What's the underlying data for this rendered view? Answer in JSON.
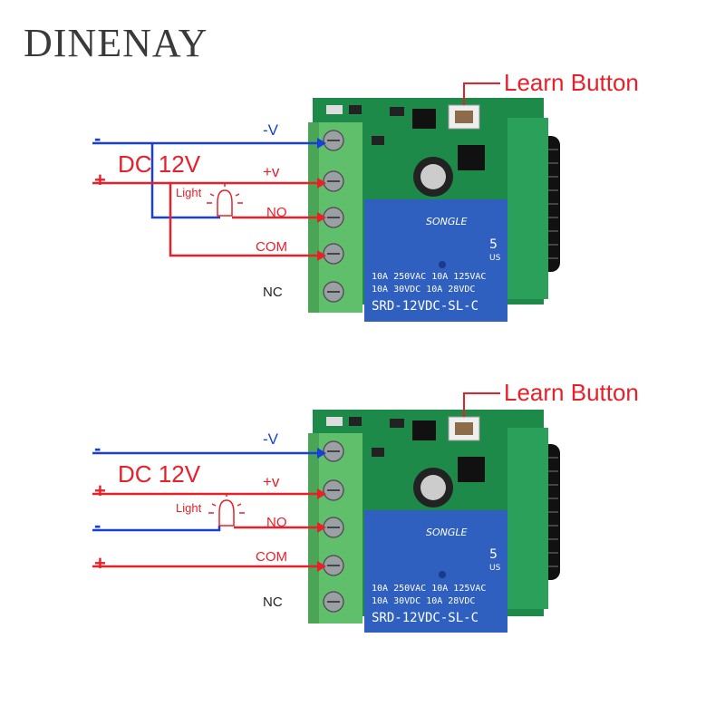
{
  "brand": {
    "logo_text": "DINENAY"
  },
  "diagrams": [
    {
      "learn_button": "Learn Button",
      "dc_label": "DC 12V",
      "light_label": "Light",
      "minus_sign": "-",
      "plus_sign": "+",
      "terminals": {
        "neg_v": "-V",
        "pos_v": "+v",
        "no": "NO",
        "com": "COM",
        "nc": "NC"
      },
      "relay": {
        "brand": "SONGLE",
        "spec_line1": "10A 250VAC  10A 125VAC",
        "spec_line2": "10A  30VDC  10A  28VDC",
        "model": "SRD-12VDC-SL-C",
        "pin_count": "5",
        "cert": "US"
      }
    },
    {
      "learn_button": "Learn Button",
      "dc_label": "DC 12V",
      "light_label": "Light",
      "minus_sign_1": "-",
      "plus_sign_1": "+",
      "minus_sign_2": "-",
      "plus_sign_2": "+",
      "terminals": {
        "neg_v": "-V",
        "pos_v": "+v",
        "no": "NO",
        "com": "COM",
        "nc": "NC"
      },
      "relay": {
        "brand": "SONGLE",
        "spec_line1": "10A 250VAC  10A 125VAC",
        "spec_line2": "10A  30VDC  10A  28VDC",
        "model": "SRD-12VDC-SL-C",
        "pin_count": "5",
        "cert": "US"
      }
    }
  ],
  "colors": {
    "wire_red": "#e8202a",
    "wire_blue": "#1a3fd6",
    "terminal_green": "#5fbf6a",
    "pcb_green": "#1e8a4a",
    "relay_blue": "#2f5fbf"
  }
}
